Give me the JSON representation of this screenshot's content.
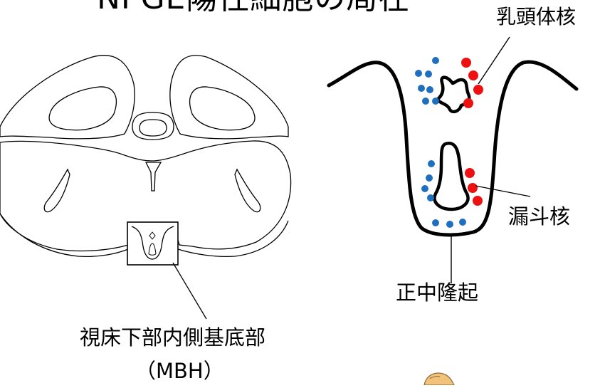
{
  "title": "NPGE陽性細胞の局在",
  "labels": {
    "mammillary_nucleus": "乳頭体核",
    "infundibular_nucleus": "漏斗核",
    "median_eminence": "正中隆起",
    "mbh_line1": "視床下部内側基底部",
    "mbh_line2": "（MBH）"
  },
  "colors": {
    "blue_cells": "#1f6fbf",
    "red_cells": "#ee1111",
    "outline": "#000000",
    "fish_icon": "#f2c27a"
  },
  "icons": [
    "brain-section-outline",
    "fish-icon"
  ]
}
